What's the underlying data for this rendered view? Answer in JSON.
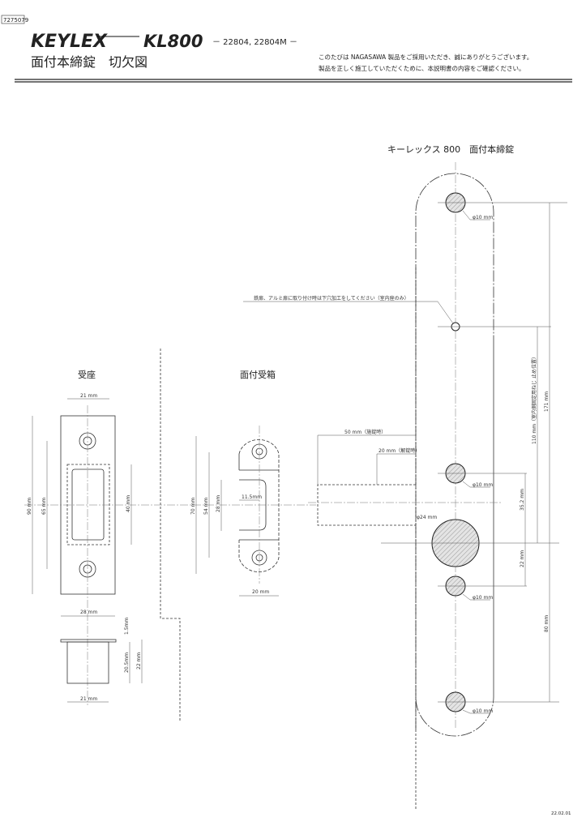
{
  "header": {
    "doc_code": "7275079",
    "brand_logo": "KEYLEX",
    "model": "KL800",
    "product_codes": "－ 22804, 22804M －",
    "title": "面付本締錠　切欠図",
    "note_line1": "このたびは NAGASAWA 製品をご採用いただき、誠にありがとうございます。",
    "note_line2": "製品を正しく施工していただくために、本説明書の内容をご確認ください。"
  },
  "main_lock": {
    "title": "キーレックス 800　面付本締錠",
    "hole_note": "鉄扉、アルミ扉に取り付け時は下穴加工をしてください（室内座のみ）",
    "dims": {
      "hole_top": "φ10 mm",
      "hole_upper": "φ10 mm",
      "hole_center": "φ24 mm",
      "hole_lower": "φ10 mm",
      "hole_bottom": "φ10 mm",
      "throw_locked": "50 mm（施錠時）",
      "throw_unlocked": "20 mm（解錠時）",
      "d35": "35.2 mm",
      "d22": "22 mm",
      "d110": "110 mm（室内側固定用ねじ 止め位置）",
      "d171": "171 mm",
      "d80": "80 mm"
    }
  },
  "strike_plate": {
    "title": "受座",
    "dims": {
      "top_width": "21 mm",
      "height": "90 mm",
      "hole_pitch": "65 mm",
      "opening": "40 mm",
      "width": "28 mm",
      "flange": "1.5mm",
      "depth": "20.5mm",
      "total_depth": "22 mm",
      "box_width": "21 mm"
    }
  },
  "surface_box": {
    "title": "面付受箱",
    "dims": {
      "height": "70 mm",
      "hole_pitch": "54 mm",
      "opening": "28 mm",
      "offset": "11.5mm",
      "width": "20 mm"
    }
  },
  "footer": {
    "date": "22.02.01"
  }
}
